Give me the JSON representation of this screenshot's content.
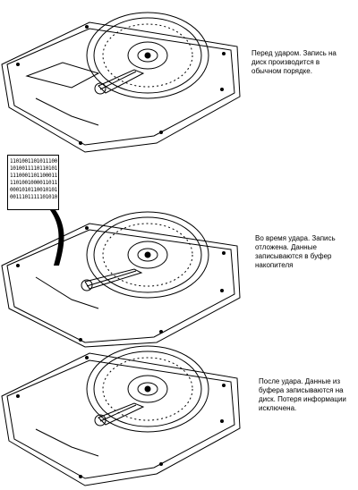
{
  "panels": [
    {
      "caption": "Перед ударом. Запись на диск производится в обычном порядке."
    },
    {
      "caption": "Во время удара. Запись отложена. Данные записываются в буфер накопителя"
    },
    {
      "caption": "После удара. Данные из буфера записываются на диск. Потеря информации исключена."
    }
  ],
  "buffer": {
    "lines": [
      "1101001101011100",
      "1010011110110101",
      "1110001101100011",
      "1101001000011011",
      "0001010110010101",
      "0011101111101010"
    ]
  }
}
